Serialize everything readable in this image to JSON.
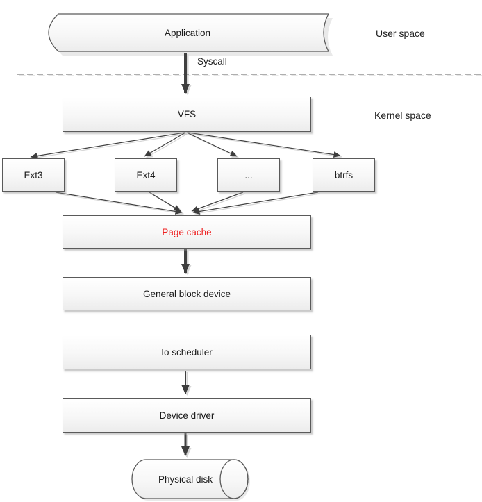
{
  "diagram": {
    "regions": {
      "user_space_label": "User space",
      "kernel_space_label": "Kernel space"
    },
    "edge_labels": {
      "syscall": "Syscall"
    },
    "nodes": {
      "application": {
        "label": "Application",
        "shape": "stored-data-cylinder"
      },
      "vfs": {
        "label": "VFS",
        "shape": "rect"
      },
      "ext3": {
        "label": "Ext3",
        "shape": "rect"
      },
      "ext4": {
        "label": "Ext4",
        "shape": "rect"
      },
      "other_fs": {
        "label": "...",
        "shape": "rect"
      },
      "btrfs": {
        "label": "btrfs",
        "shape": "rect"
      },
      "page_cache": {
        "label": "Page cache",
        "shape": "rect",
        "text_color": "#ee2222"
      },
      "general_block_device": {
        "label": "General block device",
        "shape": "rect"
      },
      "io_scheduler": {
        "label": "Io scheduler",
        "shape": "rect"
      },
      "device_driver": {
        "label": "Device driver",
        "shape": "rect"
      },
      "physical_disk": {
        "label": "Physical disk",
        "shape": "disk-cylinder"
      }
    },
    "edges": [
      {
        "from": "application",
        "to": "vfs",
        "label": "Syscall",
        "style": "thick-arrow"
      },
      {
        "from": "vfs",
        "to": "ext3",
        "style": "thin-arrow"
      },
      {
        "from": "vfs",
        "to": "ext4",
        "style": "thin-arrow"
      },
      {
        "from": "vfs",
        "to": "other_fs",
        "style": "thin-arrow"
      },
      {
        "from": "vfs",
        "to": "btrfs",
        "style": "thin-arrow"
      },
      {
        "from": "ext3",
        "to": "page_cache",
        "style": "thin-arrow"
      },
      {
        "from": "ext4",
        "to": "page_cache",
        "style": "thin-arrow"
      },
      {
        "from": "other_fs",
        "to": "page_cache",
        "style": "thin-arrow"
      },
      {
        "from": "btrfs",
        "to": "page_cache",
        "style": "thin-arrow"
      },
      {
        "from": "page_cache",
        "to": "general_block_device",
        "style": "thick-arrow"
      },
      {
        "from": "io_scheduler",
        "to": "device_driver",
        "style": "arrow"
      },
      {
        "from": "device_driver",
        "to": "physical_disk",
        "style": "arrow"
      }
    ],
    "colors": {
      "page_cache_text": "#ee2222",
      "connector_line": "#404040",
      "box_border": "#5a5a5a",
      "separator_line": "#7f7f7f",
      "text": "#1a1a1a",
      "background": "#ffffff"
    }
  }
}
